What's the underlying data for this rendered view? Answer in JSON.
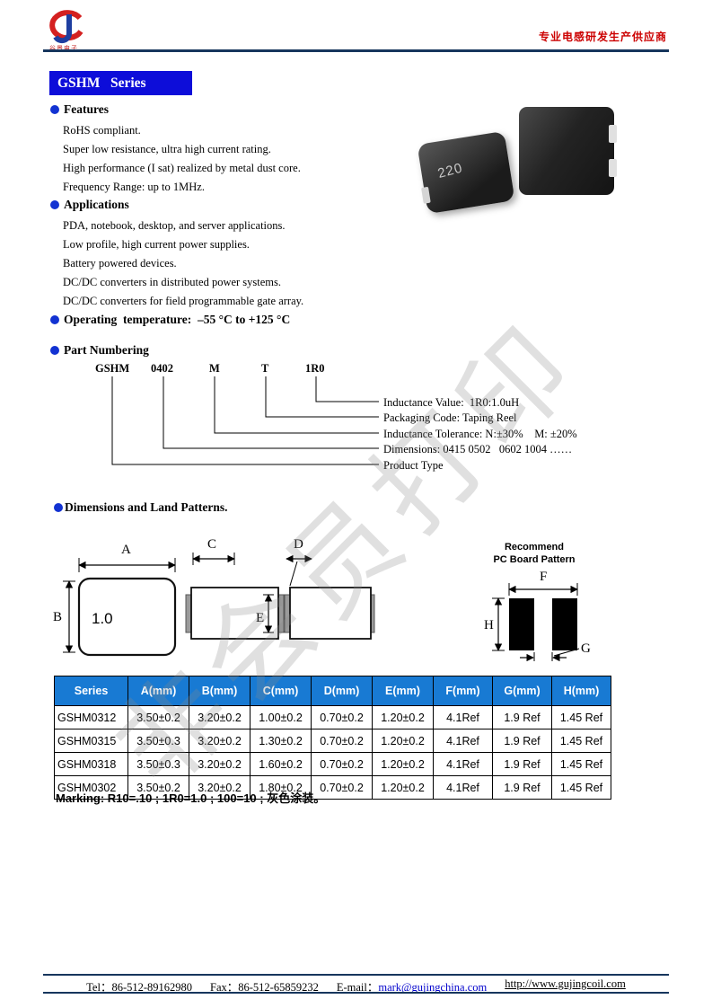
{
  "header": {
    "slogan": "专业电感研发生产供应商",
    "logo_subtext": "谷景电子"
  },
  "title": "GSHM   Series",
  "watermark": "非会员打印",
  "features": {
    "heading": "Features",
    "items": [
      "RoHS compliant.",
      "Super low resistance, ultra high current rating.",
      "High performance (I sat) realized by metal dust core.",
      "Frequency Range: up to 1MHz."
    ]
  },
  "product_photo": {
    "marking": "220"
  },
  "applications": {
    "heading": "Applications",
    "items": [
      "PDA, notebook, desktop, and server applications.",
      "Low profile, high current power supplies.",
      "Battery powered devices.",
      "DC/DC converters in distributed power systems.",
      "DC/DC converters for field programmable gate array."
    ]
  },
  "operating": {
    "heading": "Operating  temperature:  –55 °C to +125 °C"
  },
  "part_numbering": {
    "heading": "Part Numbering",
    "codes": [
      "GSHM",
      "0402",
      "M",
      "T",
      "1R0"
    ],
    "labels": [
      "Inductance Value:  1R0:1.0uH",
      "Packaging Code: Taping Reel",
      "Inductance Tolerance: N:±30%    M: ±20%",
      "Dimensions: 0415 0502   0602 1004 ……",
      "Product Type"
    ]
  },
  "dimensions": {
    "heading": "Dimensions and Land Patterns.",
    "body_marking": "1.0",
    "labels": {
      "a": "A",
      "b": "B",
      "c": "C",
      "d": "D",
      "e": "E",
      "f": "F",
      "g": "G",
      "h": "H"
    },
    "pcb_title_line1": "Recommend",
    "pcb_title_line2": "PC Board Pattern"
  },
  "table": {
    "headers": [
      "Series",
      "A(mm)",
      "B(mm)",
      "C(mm)",
      "D(mm)",
      "E(mm)",
      "F(mm)",
      "G(mm)",
      "H(mm)"
    ],
    "rows": [
      [
        "GSHM0312",
        "3.50±0.2",
        "3.20±0.2",
        "1.00±0.2",
        "0.70±0.2",
        "1.20±0.2",
        "4.1Ref",
        "1.9 Ref",
        "1.45 Ref"
      ],
      [
        "GSHM0315",
        "3.50±0.3",
        "3.20±0.2",
        "1.30±0.2",
        "0.70±0.2",
        "1.20±0.2",
        "4.1Ref",
        "1.9 Ref",
        "1.45 Ref"
      ],
      [
        "GSHM0318",
        "3.50±0.3",
        "3.20±0.2",
        "1.60±0.2",
        "0.70±0.2",
        "1.20±0.2",
        "4.1Ref",
        "1.9 Ref",
        "1.45 Ref"
      ],
      [
        "GSHM0302",
        "3.50±0.2",
        "3.20±0.2",
        "1.80±0.2",
        "0.70±0.2",
        "1.20±0.2",
        "4.1Ref",
        "1.9 Ref",
        "1.45 Ref"
      ]
    ]
  },
  "marking_note": "Marking: R10=.10 ; 1R0=1.0 ; 100=10 ; 灰色涂装。",
  "footer": {
    "tel": "Tel：86-512-89162980",
    "fax": "Fax：86-512-65859232",
    "email_label": "E-mail：",
    "email": "mark@gujingchina.com",
    "url": "http://www.gujingcoil.com"
  },
  "colors": {
    "title_bg": "#0d0dd9",
    "bullet_blue": "#1232d2",
    "table_header_bg": "#187ad3",
    "slogan_red": "#cc0000",
    "rule_navy": "#17365d",
    "link_blue": "#0000cc"
  }
}
